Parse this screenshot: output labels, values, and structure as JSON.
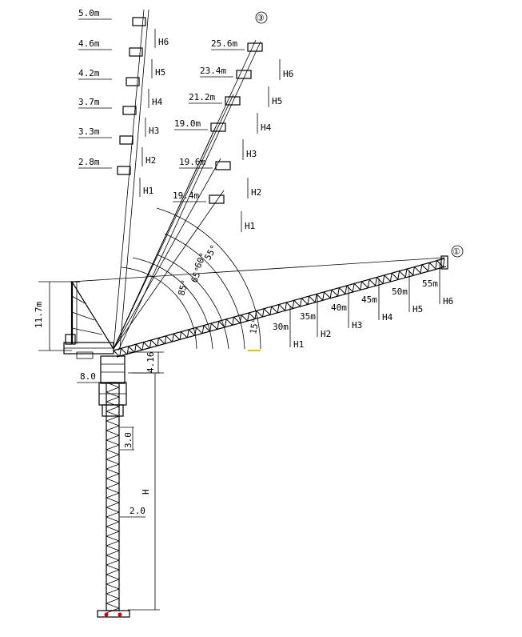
{
  "tower": {
    "total_height_label": "H",
    "upper_section_label": "3.0",
    "lower_section_label": "2.0",
    "slewing_height_label": "4.16",
    "counter_jib_label": "8.0",
    "mast_head_label": "11.7m"
  },
  "luffing_angles": [
    "15°",
    "55°",
    "60°",
    "65°",
    "85°"
  ],
  "positions": {
    "horizontal": "①",
    "inclined": "③"
  },
  "horizontal_jib": {
    "radii": [
      "30m",
      "35m",
      "40m",
      "45m",
      "50m",
      "55m"
    ],
    "heights": [
      "H1",
      "H2",
      "H3",
      "H4",
      "H5",
      "H6"
    ]
  },
  "vertical_jib": {
    "radii": [
      "2.8m",
      "3.3m",
      "3.7m",
      "4.2m",
      "4.6m",
      "5.0m"
    ],
    "heights": [
      "H1",
      "H2",
      "H3",
      "H4",
      "H5",
      "H6"
    ]
  },
  "inclined_jib": {
    "radii": [
      "19.4m",
      "19.6m",
      "19.0m",
      "21.2m",
      "23.4m",
      "25.6m"
    ],
    "heights": [
      "H1",
      "H2",
      "H3",
      "H4",
      "H5",
      "H6"
    ]
  }
}
